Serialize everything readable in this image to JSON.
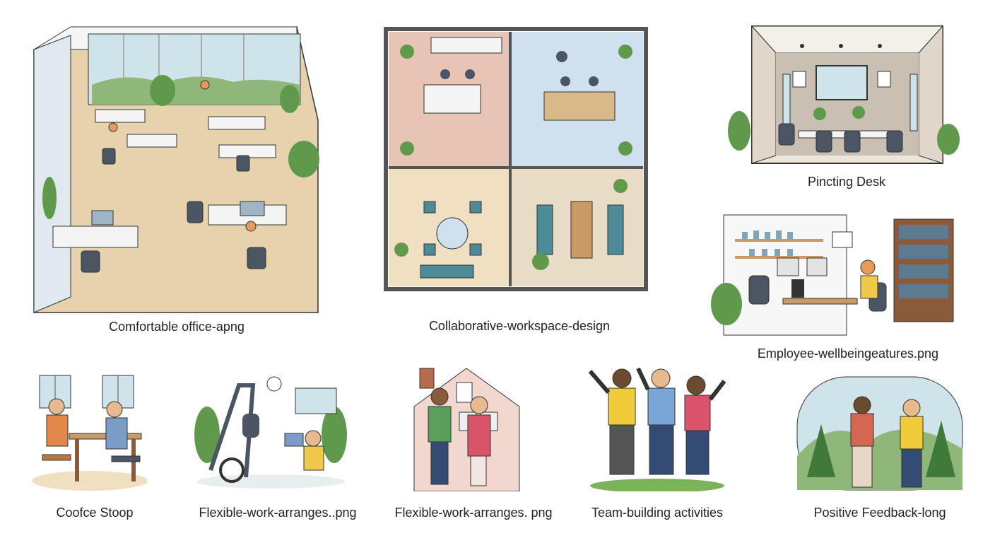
{
  "palette": {
    "floor_wood": "#e6d2ad",
    "glass": "#cfe3ea",
    "teal": "#4d8b96",
    "plant": "#5f9a4c",
    "chair": "#4b5563",
    "outline": "#333333"
  },
  "tiles": [
    {
      "caption": "Comfortable office-apng",
      "icon": "open-office-illustration"
    },
    {
      "caption": "Collaborative-workspace-design",
      "icon": "floor-plan-illustration"
    },
    {
      "caption": "Pincting Desk",
      "icon": "meeting-room-illustration"
    },
    {
      "caption": "Employee-wellbeingeatures.png",
      "icon": "home-office-illustration"
    },
    {
      "caption": "Coofce Stoop",
      "icon": "coffee-shop-illustration"
    },
    {
      "caption": "Flexible-work-arranges..png",
      "icon": "gym-remote-work-illustration"
    },
    {
      "caption": "Flexible-work-arranges. png",
      "icon": "house-couple-illustration"
    },
    {
      "caption": "Team-building activities",
      "icon": "team-celebration-illustration"
    },
    {
      "caption": "Positive Feedback-long",
      "icon": "outdoor-fist-bump-illustration"
    }
  ]
}
